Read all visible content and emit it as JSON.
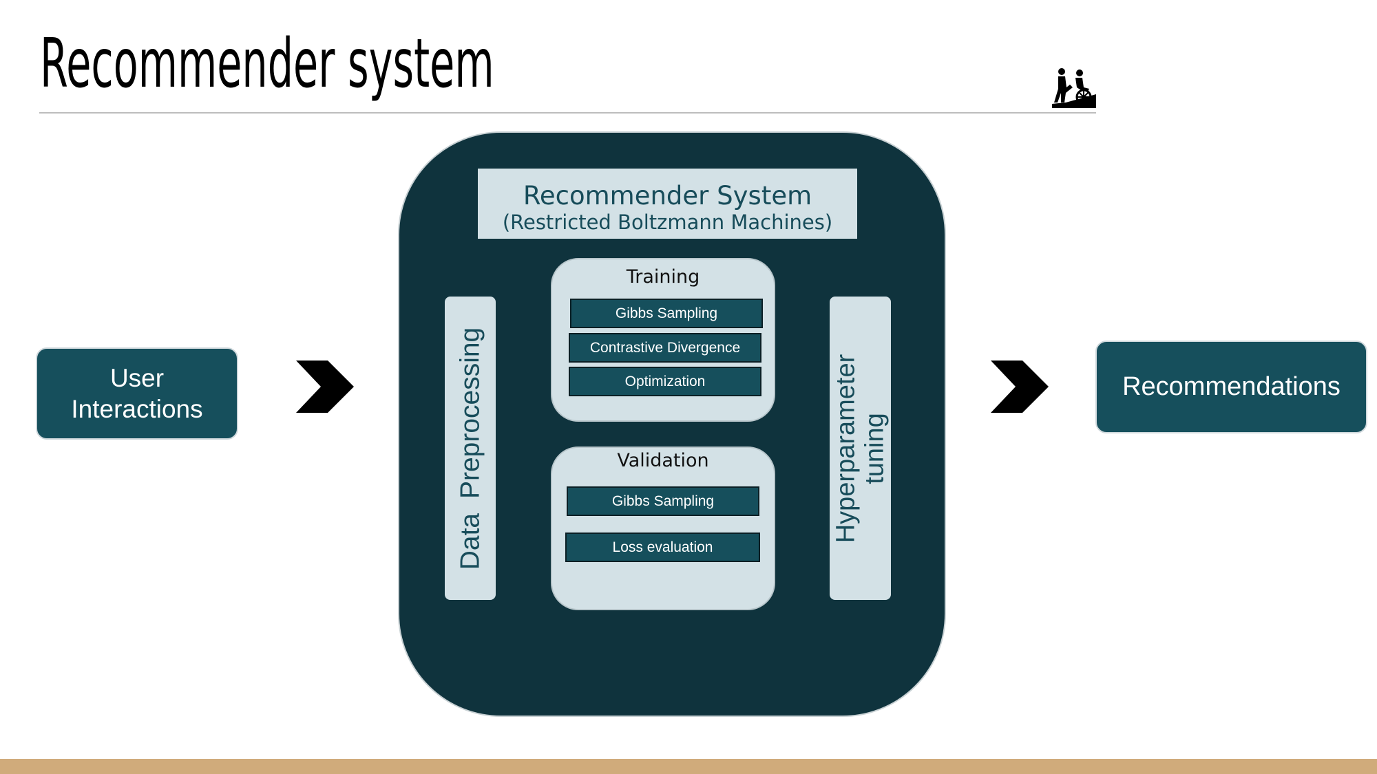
{
  "slide": {
    "title": "Recommender system"
  },
  "input": {
    "label": "User\nInteractions"
  },
  "output": {
    "label": "Recommendations"
  },
  "system": {
    "title": "Recommender System",
    "subtitle": "(Restricted Boltzmann Machines)",
    "preprocessing_label": "Data Preprocessing",
    "tuning_label": "Hyperparameter\ntuning",
    "training": {
      "title": "Training",
      "steps": [
        "Gibbs Sampling",
        "Contrastive Divergence",
        "Optimization"
      ]
    },
    "validation": {
      "title": "Validation",
      "steps": [
        "Gibbs Sampling",
        "Loss evaluation"
      ]
    }
  },
  "icons": {
    "flow_arrow": "chevron-arrow-icon",
    "header_icon": "helper-wheelchair-icon"
  },
  "colors": {
    "container": "#0f333d",
    "box": "#164f5c",
    "panel": "#d3e1e6",
    "text_dark": "#174c5a",
    "footer": "#d0ab7b"
  }
}
